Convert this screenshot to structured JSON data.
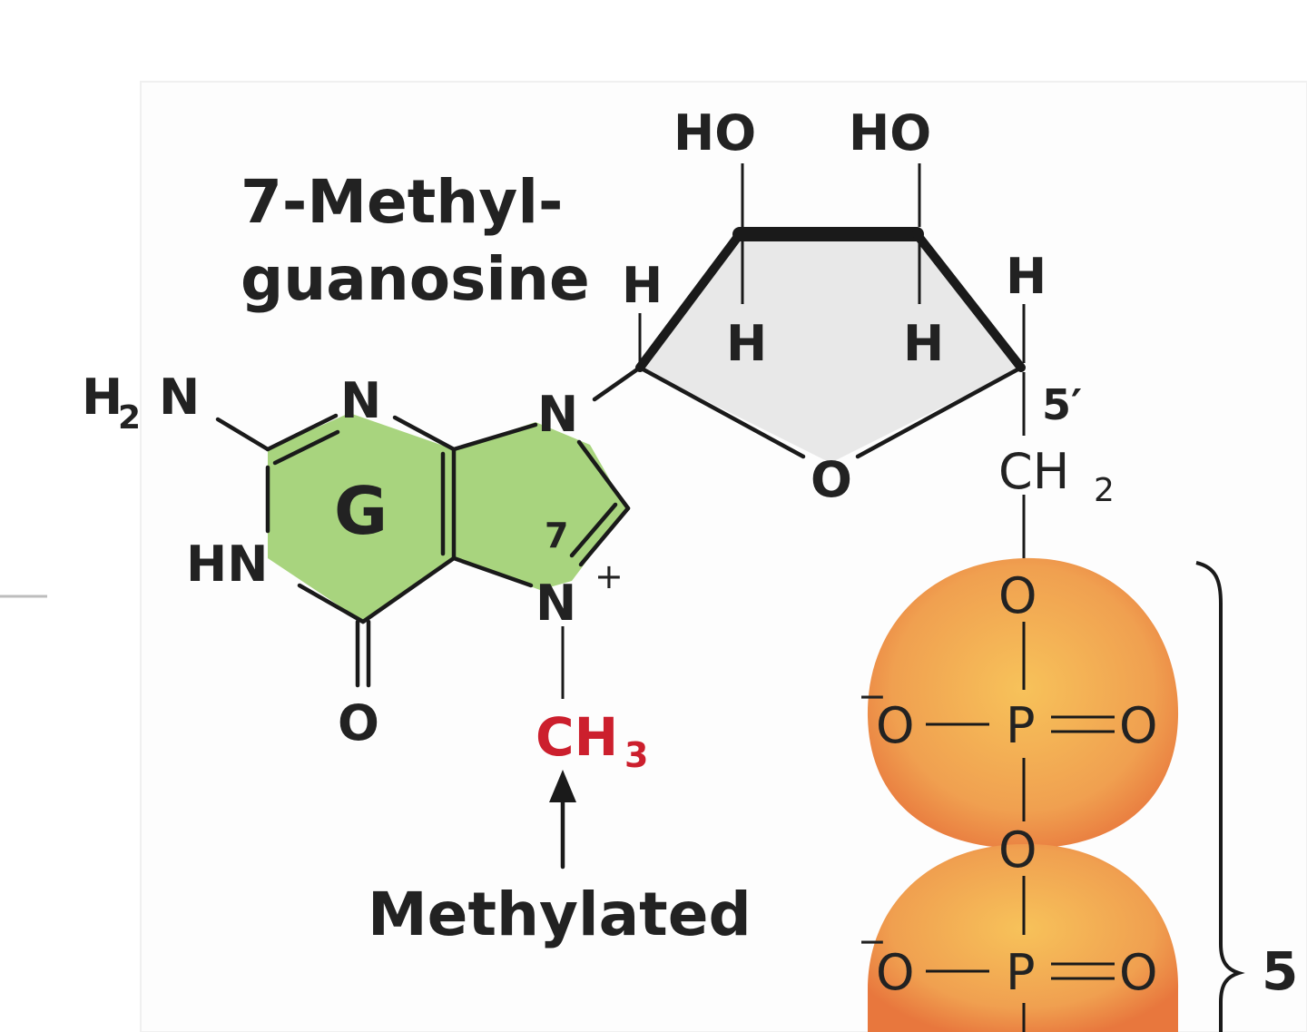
{
  "title": {
    "line1": "7-Methyl-",
    "line2": "guanosine"
  },
  "base": {
    "letter": "G",
    "h2n_h": "H",
    "h2n_sub": "2",
    "h2n_n": "N",
    "n_top": "N",
    "hn": "HN",
    "o_carbonyl": "O",
    "n9": "N",
    "n7": "N",
    "n7_charge": "+",
    "position_7": "7",
    "methyl_c": "CH",
    "methyl_sub": "3"
  },
  "methylated_label": "Methylated",
  "ribose": {
    "ho_left": "HO",
    "ho_right": "HO",
    "h_c1": "H",
    "h_c2": "H",
    "h_c3": "H",
    "h_c4": "H",
    "ring_o": "O",
    "prime_label": "5′",
    "ch2_c": "CH",
    "ch2_sub": "2"
  },
  "phosphates": [
    {
      "bridge_o": "O",
      "neg_o": "O",
      "charge": "−",
      "p": "P",
      "double_o": "O"
    },
    {
      "bridge_o": "O",
      "neg_o": "O",
      "charge": "−",
      "p": "P",
      "double_o": "O"
    }
  ],
  "bracket_label": "5",
  "colors": {
    "base_fill": "#a8d47e",
    "ribose_fill": "#e8e8e8",
    "phosphate_fill": "#f0a050",
    "methyl_text": "#cc1f2d",
    "text": "#222222"
  }
}
